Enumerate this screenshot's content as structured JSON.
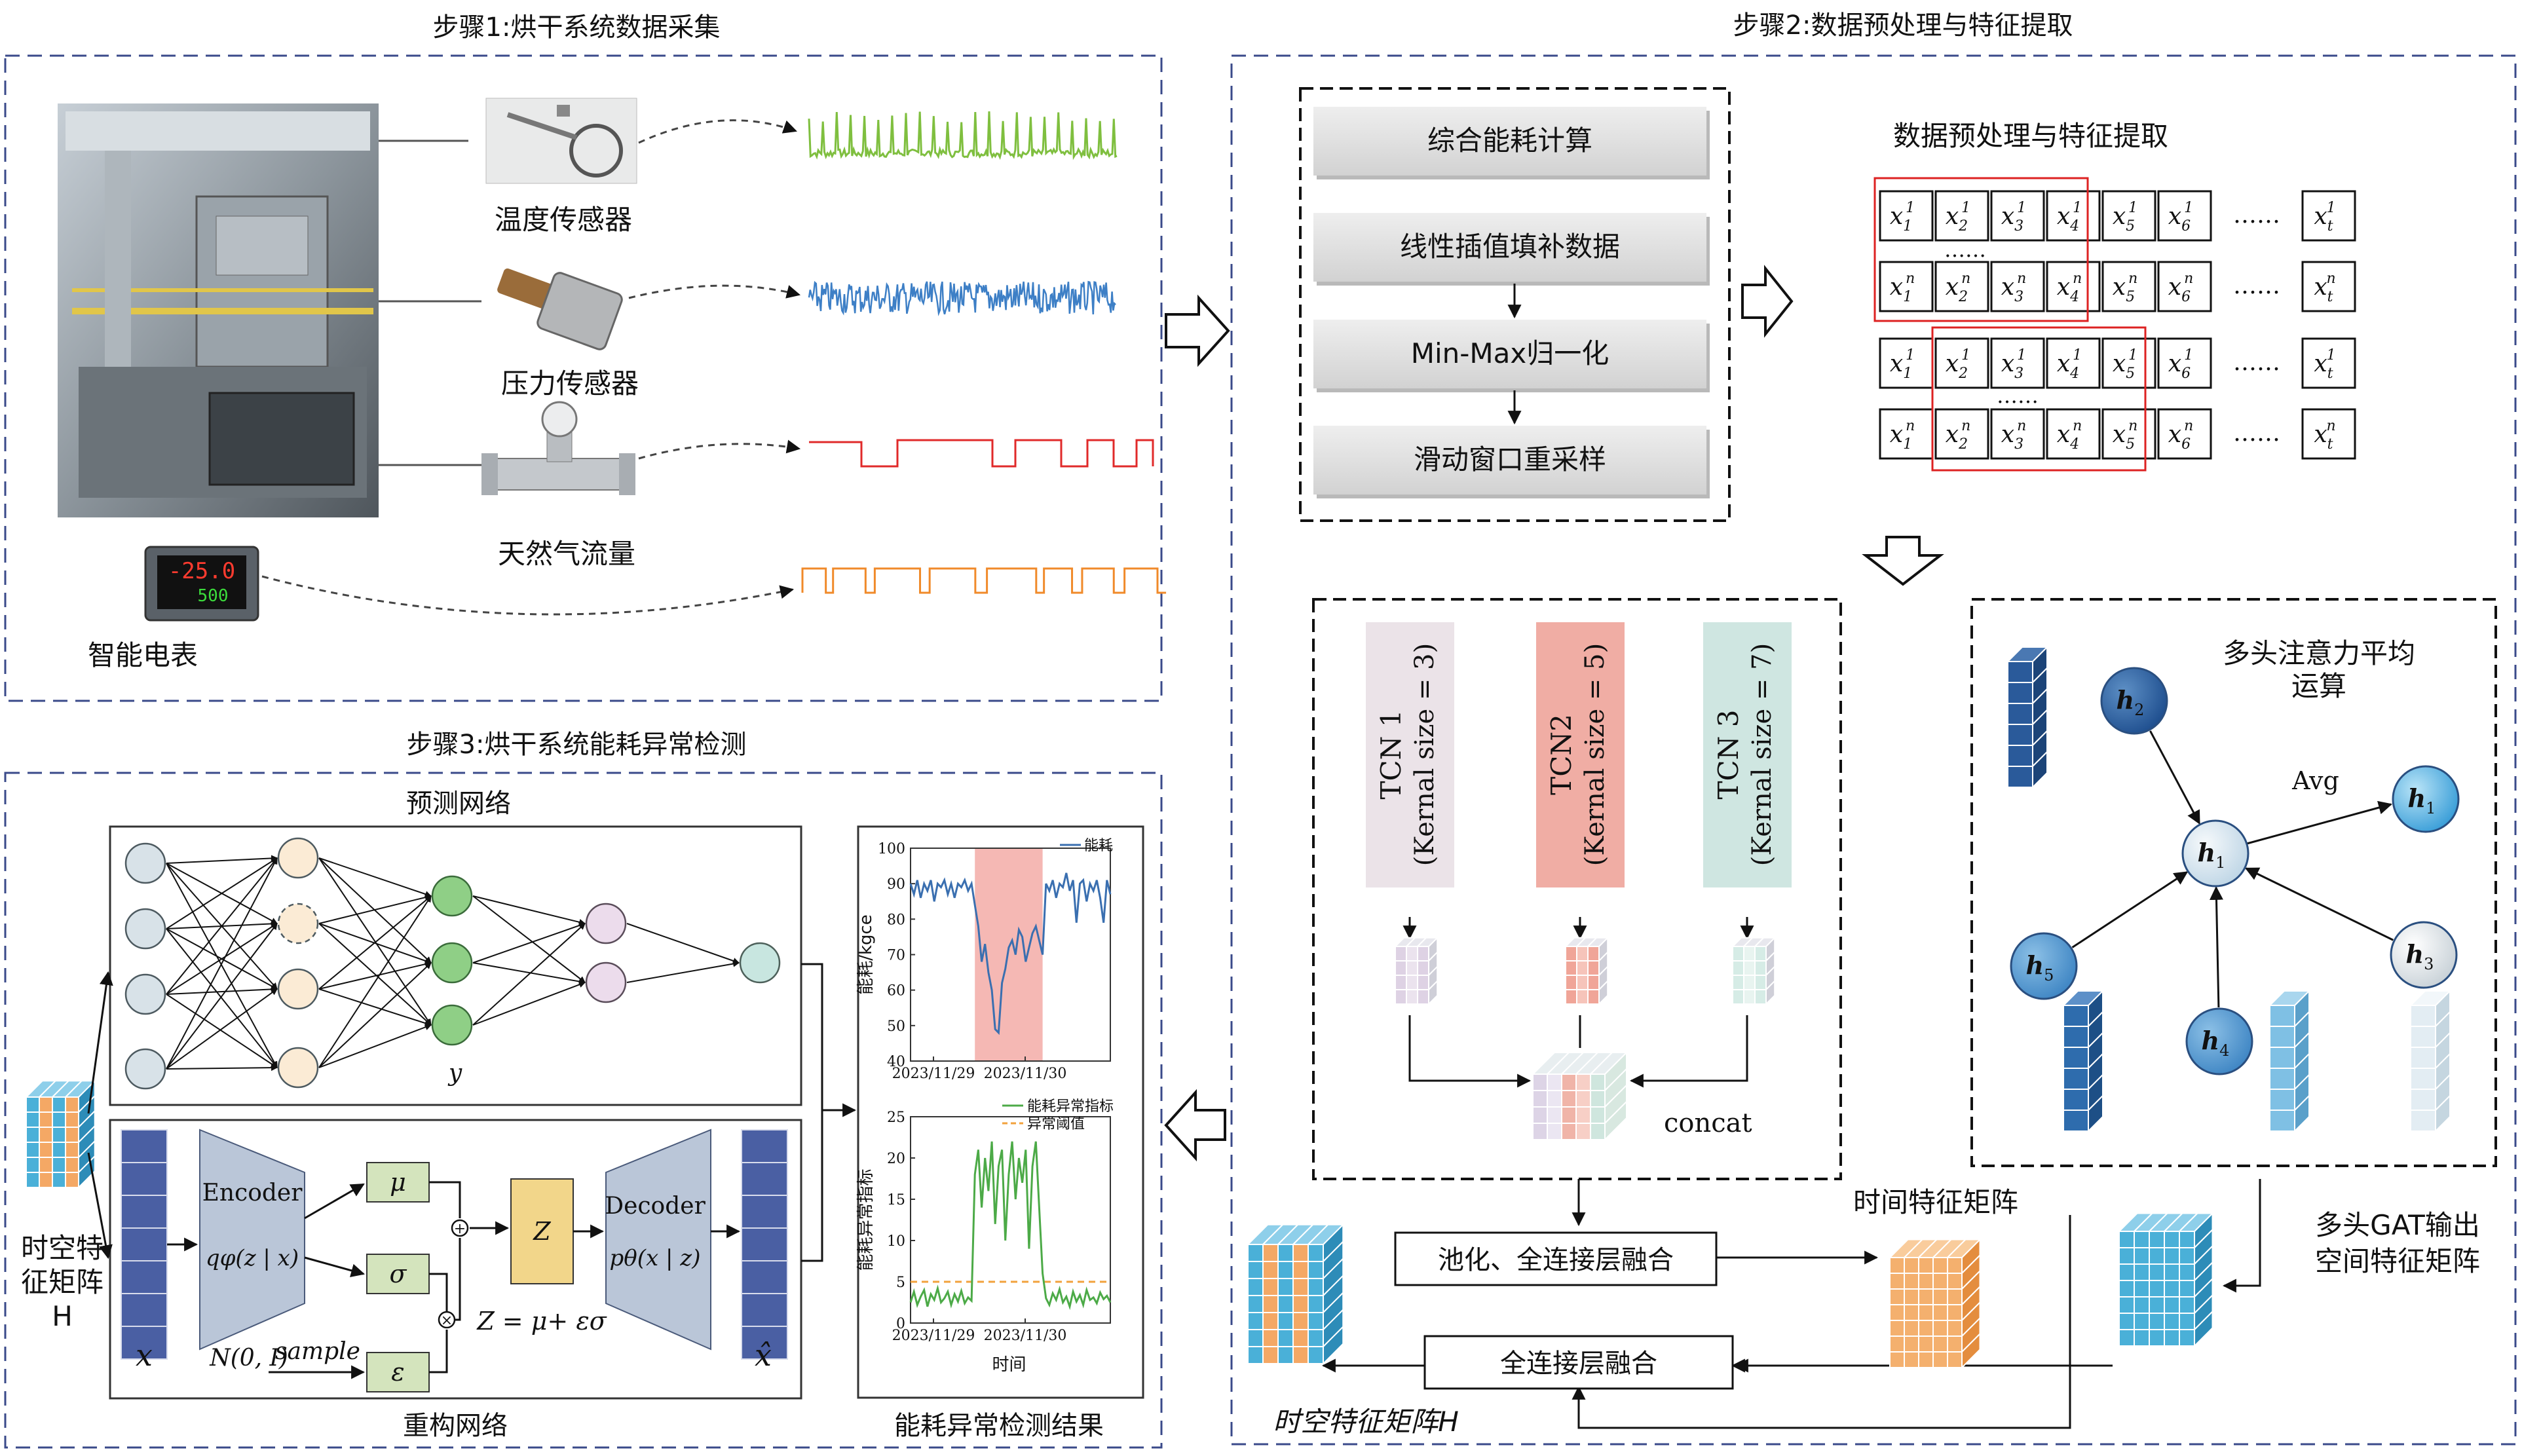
{
  "step1": {
    "title": "步骤1:烘干系统数据采集",
    "sensors": [
      "温度传感器",
      "压力传感器",
      "天然气流量",
      "智能电表"
    ],
    "meter_display": [
      "-25.0",
      "500"
    ]
  },
  "step2": {
    "title": "步骤2:数据预处理与特征提取",
    "pipeline": [
      "综合能耗计算",
      "线性插值填补数据",
      "Min-Max归一化",
      "滑动窗口重采样"
    ],
    "subtitle": "数据预处理与特征提取",
    "matrix": {
      "cols": [
        "1",
        "2",
        "3",
        "4",
        "5",
        "6",
        "t"
      ],
      "row_sup": [
        "1",
        "n"
      ],
      "var": "x",
      "ellipsis": "……"
    },
    "tcn": [
      {
        "name": "TCN 1",
        "param": "(Kernal size = 3)",
        "color": "#ebe3e8"
      },
      {
        "name": "TCN2",
        "param": "(Kernal size = 5)",
        "color": "#f0ada4"
      },
      {
        "name": "TCN 3",
        "param": "(Kernal size = 7)",
        "color": "#cfe6e1"
      }
    ],
    "concat": "concat",
    "gat_title": [
      "多头注意力平均",
      "运算"
    ],
    "avg": "Avg",
    "nodes": [
      "h",
      "h",
      "h",
      "h",
      "h",
      "h"
    ],
    "node_subs": [
      "1",
      "2",
      "3",
      "4",
      "5",
      "1"
    ],
    "fusion1": "池化、全连接层融合",
    "fusion2": "全连接层融合",
    "time_matrix": "时间特征矩阵",
    "gat_output": [
      "多头GAT输出",
      "空间特征矩阵"
    ],
    "st_matrix": "时空特征矩阵H"
  },
  "step3": {
    "title": "步骤3:烘干系统能耗异常检测",
    "pred_net": "预测网络",
    "recon_net": "重构网络",
    "y_label": "y",
    "input_label": [
      "时空特",
      "征矩阵",
      "H"
    ],
    "vae": {
      "encoder": "Encoder",
      "encoder_fn": "qφ(z | x)",
      "decoder": "Decoder",
      "decoder_fn": "pθ(x | z)",
      "mu": "μ",
      "sigma": "σ",
      "z": "Z",
      "eps": "ε",
      "x": "x",
      "xhat": "x̂",
      "prior": "N(0, I)",
      "sample": "sample",
      "formula": "Z = μ+ εσ"
    },
    "result_title": "能耗异常检测结果"
  },
  "chart_data": [
    {
      "type": "line",
      "ylabel": "能耗/kgce",
      "ylim": [
        40,
        100
      ],
      "yticks": [
        40,
        50,
        60,
        70,
        80,
        90,
        100
      ],
      "xticks": [
        "2023/11/29",
        "2023/11/30"
      ],
      "legend": [
        "能耗"
      ],
      "series": [
        {
          "name": "能耗",
          "color": "#3a6fb0",
          "values": [
            90,
            87,
            91,
            86,
            90,
            88,
            91,
            85,
            90,
            89,
            91,
            87,
            90,
            86,
            90,
            89,
            91,
            88,
            90,
            84,
            78,
            68,
            73,
            65,
            60,
            49,
            48,
            62,
            66,
            72,
            74,
            70,
            77,
            75,
            68,
            72,
            76,
            78,
            74,
            70,
            90,
            88,
            91,
            86,
            90,
            89,
            93,
            88,
            91,
            79,
            90,
            91,
            85,
            90,
            88,
            91,
            86,
            79,
            91,
            87
          ]
        }
      ],
      "highlight": {
        "from": 19,
        "to": 39,
        "color": "#f5b8b4"
      }
    },
    {
      "type": "line",
      "xlabel": "时间",
      "ylabel": "能耗异常指标",
      "ylim": [
        0,
        25
      ],
      "yticks": [
        0,
        5,
        10,
        15,
        20,
        25
      ],
      "xticks": [
        "2023/11/29",
        "2023/11/30"
      ],
      "legend": [
        "能耗异常指标",
        "异常阈值"
      ],
      "threshold": 5,
      "series": [
        {
          "name": "能耗异常指标",
          "color": "#4caa47",
          "values": [
            2.5,
            3.8,
            2.2,
            3.2,
            4.0,
            2.0,
            3.5,
            2.8,
            4.2,
            2.5,
            3.0,
            3.8,
            2.2,
            3.5,
            2.6,
            3.9,
            2.4,
            3.1,
            2.7,
            18,
            21,
            14,
            20,
            16,
            22,
            12,
            19,
            21,
            10,
            18,
            22,
            15,
            20,
            17,
            21,
            9,
            19,
            22,
            14,
            6,
            3.0,
            2.2,
            3.6,
            2.8,
            4.1,
            2.5,
            3.2,
            2.0,
            3.8,
            2.6,
            3.4,
            2.2,
            4.0,
            2.8,
            3.1,
            2.4,
            3.7,
            2.9,
            3.3,
            2.5
          ]
        }
      ]
    }
  ]
}
